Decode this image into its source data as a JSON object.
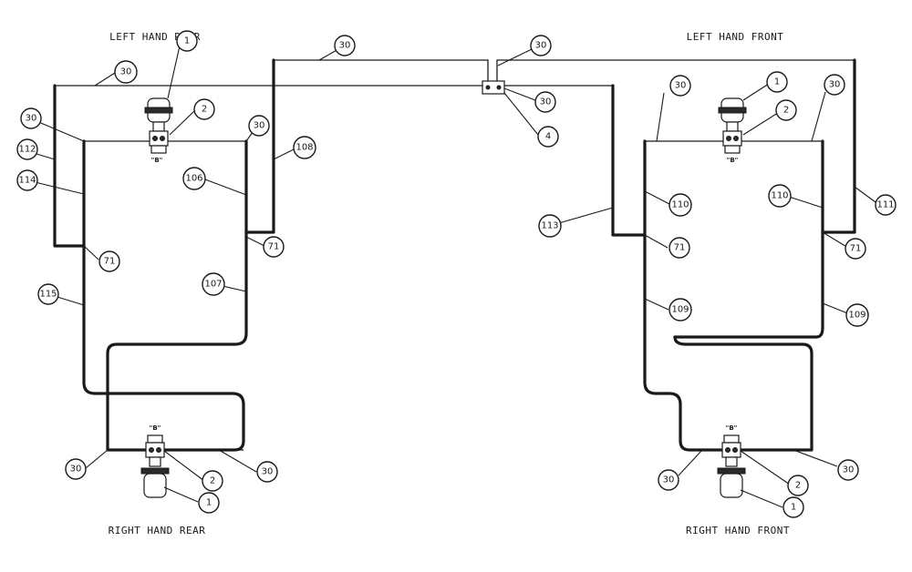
{
  "labels": {
    "left_hand_rear": "LEFT HAND REAR",
    "left_hand_front": "LEFT HAND FRONT",
    "right_hand_rear": "RIGHT HAND REAR",
    "right_hand_front": "RIGHT HAND FRONT",
    "view_b": "\"B\""
  },
  "callouts": {
    "c1": "1",
    "c2": "2",
    "c4": "4",
    "c30": "30",
    "c71": "71",
    "c106": "106",
    "c107": "107",
    "c108": "108",
    "c109": "109",
    "c110": "110",
    "c111": "111",
    "c112": "112",
    "c113": "113",
    "c114": "114",
    "c115": "115"
  }
}
